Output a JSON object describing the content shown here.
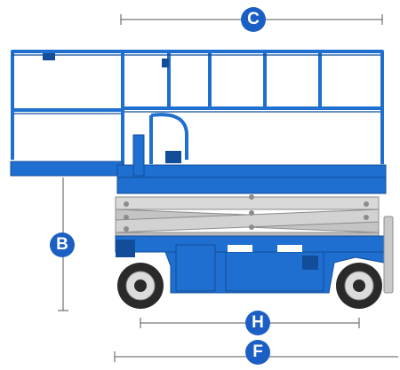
{
  "diagram": {
    "dimension_labels": {
      "c": "C",
      "b": "B",
      "h": "H",
      "f": "F"
    },
    "colors": {
      "machine_blue": "#1e6fd0",
      "machine_blue_dark": "#124d99",
      "scissor_gray": "#c9c9c9",
      "scissor_gray_dark": "#8c8c8c",
      "label_badge": "#1c5fc4",
      "dimension_line": "#555555",
      "tire": "#2a2a2a",
      "hub": "#dcdcdc"
    },
    "icons": {
      "dimension_badge": "circle-letter-badge"
    }
  }
}
